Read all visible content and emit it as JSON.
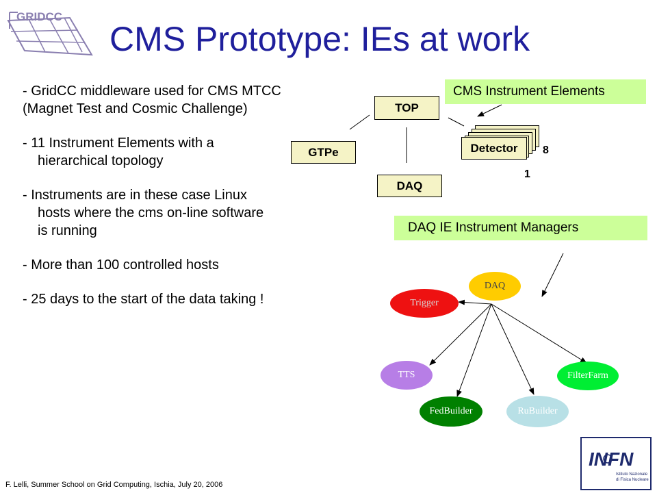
{
  "slide": {
    "title": "CMS Prototype: IEs at  work",
    "footer": "F. Lelli, Summer School on Grid Computing, Ischia, July 20, 2006",
    "bullets": [
      {
        "line1": "- GridCC middleware used for CMS MTCC (Magnet Test and Cosmic Challenge)"
      },
      {
        "line1": "- 11 Instrument Elements with a",
        "line2": "hierarchical topology"
      },
      {
        "line1": "-  Instruments are in these case Linux",
        "line2": "hosts where the cms on-line software",
        "line3": "is running"
      },
      {
        "line1": "- More than 100 controlled hosts"
      },
      {
        "line1": "-  25 days to the start of the data taking !"
      }
    ]
  },
  "top_diagram": {
    "label": "CMS Instrument Elements",
    "nodes": {
      "top": "TOP",
      "gtpe": "GTPe",
      "daq": "DAQ",
      "detector": "Detector"
    },
    "count_8": "8",
    "count_1": "1"
  },
  "bottom_diagram": {
    "label": "DAQ IE Instrument Managers",
    "nodes": {
      "daq": "DAQ",
      "trigger": "Trigger",
      "tts": "TTS",
      "fedbuilder": "FedBuilder",
      "rubuilder": "RuBuilder",
      "filterfarm": "FilterFarm"
    },
    "colors": {
      "daq": "#ffcc00",
      "trigger": "#ee1111",
      "tts": "#b77ee6",
      "fedbuilder": "#008000",
      "rubuilder": "#b8e0e6",
      "filterfarm": "#00ee33"
    }
  },
  "logos": {
    "gridcc": "GRIDCC",
    "infn": "INFN",
    "infn_sub1": "Istituto Nazionale",
    "infn_sub2": "di Fisica Nucleare"
  }
}
